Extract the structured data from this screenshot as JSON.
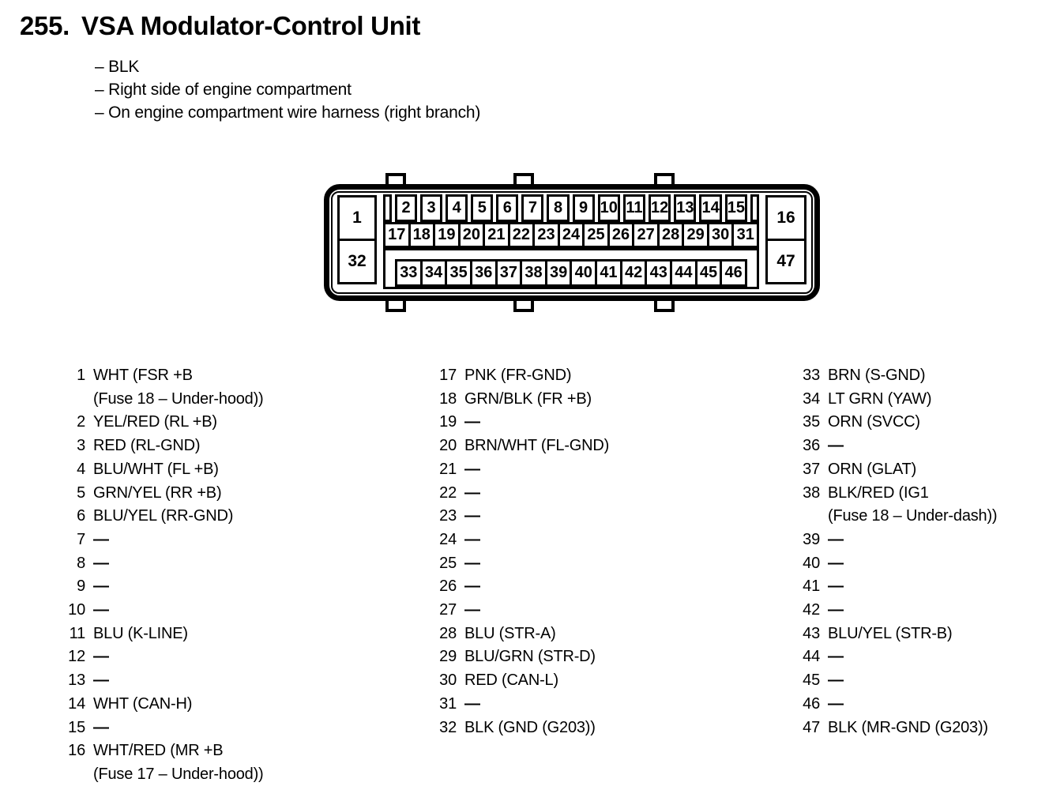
{
  "title": {
    "number": "255.",
    "text": "VSA Modulator-Control Unit"
  },
  "notes": [
    "– BLK",
    "– Right side of engine compartment",
    "– On engine compartment wire harness (right branch)"
  ],
  "connector": {
    "pin1": "1",
    "pin16": "16",
    "pin32": "32",
    "pin47": "47",
    "row1": [
      "2",
      "3",
      "4",
      "5",
      "6",
      "7",
      "8",
      "9",
      "10",
      "11",
      "12",
      "13",
      "14",
      "15"
    ],
    "row2": [
      "17",
      "18",
      "19",
      "20",
      "21",
      "22",
      "23",
      "24",
      "25",
      "26",
      "27",
      "28",
      "29",
      "30",
      "31"
    ],
    "row3": [
      "33",
      "34",
      "35",
      "36",
      "37",
      "38",
      "39",
      "40",
      "41",
      "42",
      "43",
      "44",
      "45",
      "46"
    ]
  },
  "pin_list": {
    "col1": [
      {
        "pin": "1",
        "desc": "WHT (FSR +B",
        "cont": "(Fuse 18 – Under-hood))"
      },
      {
        "pin": "2",
        "desc": "YEL/RED (RL +B)"
      },
      {
        "pin": "3",
        "desc": "RED (RL-GND)"
      },
      {
        "pin": "4",
        "desc": "BLU/WHT (FL +B)"
      },
      {
        "pin": "5",
        "desc": "GRN/YEL (RR +B)"
      },
      {
        "pin": "6",
        "desc": "BLU/YEL (RR-GND)"
      },
      {
        "pin": "7",
        "desc": "—"
      },
      {
        "pin": "8",
        "desc": "—"
      },
      {
        "pin": "9",
        "desc": "—"
      },
      {
        "pin": "10",
        "desc": "—"
      },
      {
        "pin": "11",
        "desc": "BLU (K-LINE)"
      },
      {
        "pin": "12",
        "desc": "—"
      },
      {
        "pin": "13",
        "desc": "—"
      },
      {
        "pin": "14",
        "desc": "WHT (CAN-H)"
      },
      {
        "pin": "15",
        "desc": "—"
      },
      {
        "pin": "16",
        "desc": "WHT/RED (MR +B",
        "cont": "(Fuse 17 – Under-hood))"
      }
    ],
    "col2": [
      {
        "pin": "17",
        "desc": "PNK (FR-GND)"
      },
      {
        "pin": "18",
        "desc": "GRN/BLK (FR +B)"
      },
      {
        "pin": "19",
        "desc": "—"
      },
      {
        "pin": "20",
        "desc": "BRN/WHT (FL-GND)"
      },
      {
        "pin": "21",
        "desc": "—"
      },
      {
        "pin": "22",
        "desc": "—"
      },
      {
        "pin": "23",
        "desc": "—"
      },
      {
        "pin": "24",
        "desc": "—"
      },
      {
        "pin": "25",
        "desc": "—"
      },
      {
        "pin": "26",
        "desc": "—"
      },
      {
        "pin": "27",
        "desc": "—"
      },
      {
        "pin": "28",
        "desc": "BLU (STR-A)"
      },
      {
        "pin": "29",
        "desc": "BLU/GRN (STR-D)"
      },
      {
        "pin": "30",
        "desc": "RED (CAN-L)"
      },
      {
        "pin": "31",
        "desc": "—"
      },
      {
        "pin": "32",
        "desc": "BLK (GND (G203))"
      }
    ],
    "col3": [
      {
        "pin": "33",
        "desc": "BRN (S-GND)"
      },
      {
        "pin": "34",
        "desc": "LT GRN (YAW)"
      },
      {
        "pin": "35",
        "desc": "ORN (SVCC)"
      },
      {
        "pin": "36",
        "desc": "—"
      },
      {
        "pin": "37",
        "desc": "ORN (GLAT)"
      },
      {
        "pin": "38",
        "desc": "BLK/RED (IG1",
        "cont": "(Fuse 18 – Under-dash))"
      },
      {
        "pin": "39",
        "desc": "—"
      },
      {
        "pin": "40",
        "desc": "—"
      },
      {
        "pin": "41",
        "desc": "—"
      },
      {
        "pin": "42",
        "desc": "—"
      },
      {
        "pin": "43",
        "desc": "BLU/YEL (STR-B)"
      },
      {
        "pin": "44",
        "desc": "—"
      },
      {
        "pin": "45",
        "desc": "—"
      },
      {
        "pin": "46",
        "desc": "—"
      },
      {
        "pin": "47",
        "desc": "BLK (MR-GND (G203))"
      }
    ]
  }
}
